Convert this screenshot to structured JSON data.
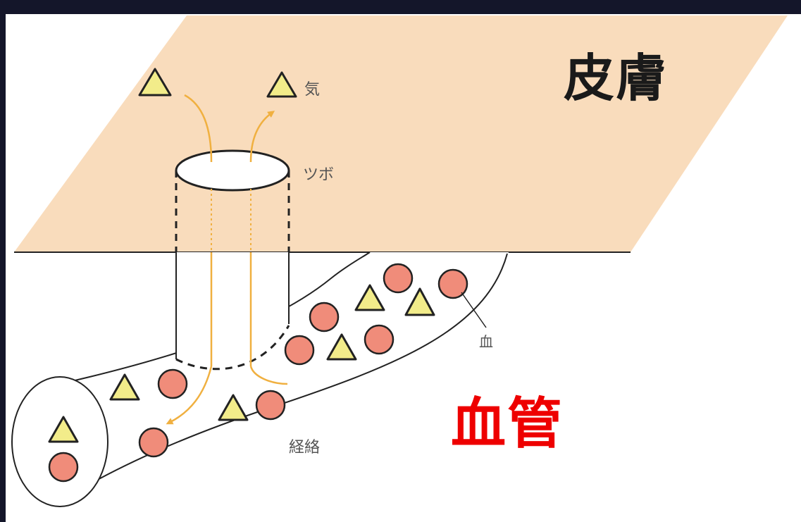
{
  "labels": {
    "skin": "皮膚",
    "blood_vessel": "血管",
    "ki": "気",
    "tsubo": "ツボ",
    "blood": "血",
    "keiraku": "経絡"
  },
  "colors": {
    "skin_plane": "#f9dcbc",
    "blood_cell": "#f08c7a",
    "ki_triangle": "#f2ec8a",
    "ki_flow": "#f0b040",
    "title_skin": "#1a1a1a",
    "title_vessel": "#ee0000"
  }
}
